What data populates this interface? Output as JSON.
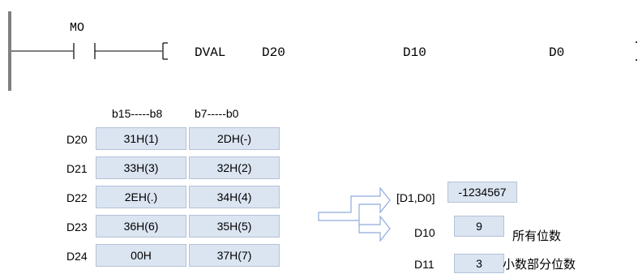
{
  "ladder": {
    "contact": "MO",
    "instruction": "DVAL",
    "operand1": "D20",
    "operand2": "D10",
    "operand3": "D0"
  },
  "table": {
    "col_high": "b15-----b8",
    "col_low": "b7-----b0",
    "rows": [
      {
        "reg": "D20",
        "high": "31H(1)",
        "low": "2DH(-)"
      },
      {
        "reg": "D21",
        "high": "33H(3)",
        "low": "32H(2)"
      },
      {
        "reg": "D22",
        "high": "2EH(.)",
        "low": "34H(4)"
      },
      {
        "reg": "D23",
        "high": "36H(6)",
        "low": "35H(5)"
      },
      {
        "reg": "D24",
        "high": "00H",
        "low": "37H(7)"
      }
    ]
  },
  "result": {
    "d1d0_label": "[D1,D0]",
    "d1d0_value": "-1234567",
    "d10_label": "D10",
    "d10_value": "9",
    "d10_note": "所有位数",
    "d11_label": "D11",
    "d11_value": "3",
    "d11_note": "小数部分位数"
  }
}
